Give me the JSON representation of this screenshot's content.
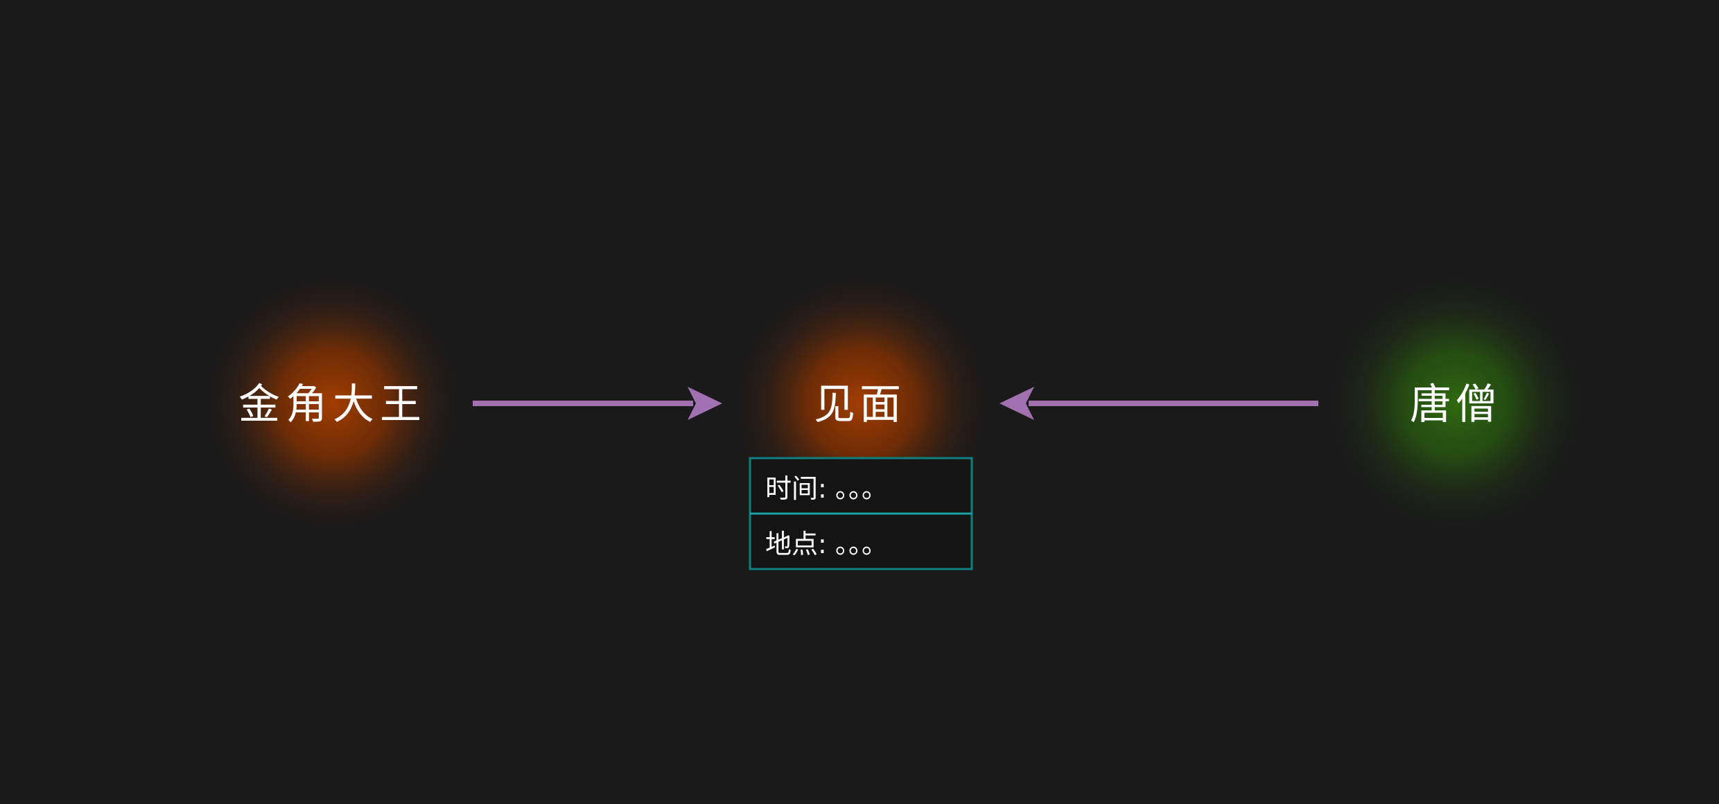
{
  "colors": {
    "background": "#1a1a1a",
    "node_orange": "#a33d00",
    "node_green": "#2f6a10",
    "arrow": "#a070b0",
    "table_border": "#0f7f80",
    "text": "#ffffff"
  },
  "nodes": {
    "left": {
      "label": "金角大王",
      "glow": "orange"
    },
    "center": {
      "label": "见面",
      "glow": "orange"
    },
    "right": {
      "label": "唐僧",
      "glow": "green"
    }
  },
  "event_fields": [
    {
      "label": "时间: 。。。"
    },
    {
      "label": "地点: 。。。"
    }
  ],
  "edges": [
    {
      "from": "金角大王",
      "to": "见面"
    },
    {
      "from": "唐僧",
      "to": "见面"
    }
  ]
}
